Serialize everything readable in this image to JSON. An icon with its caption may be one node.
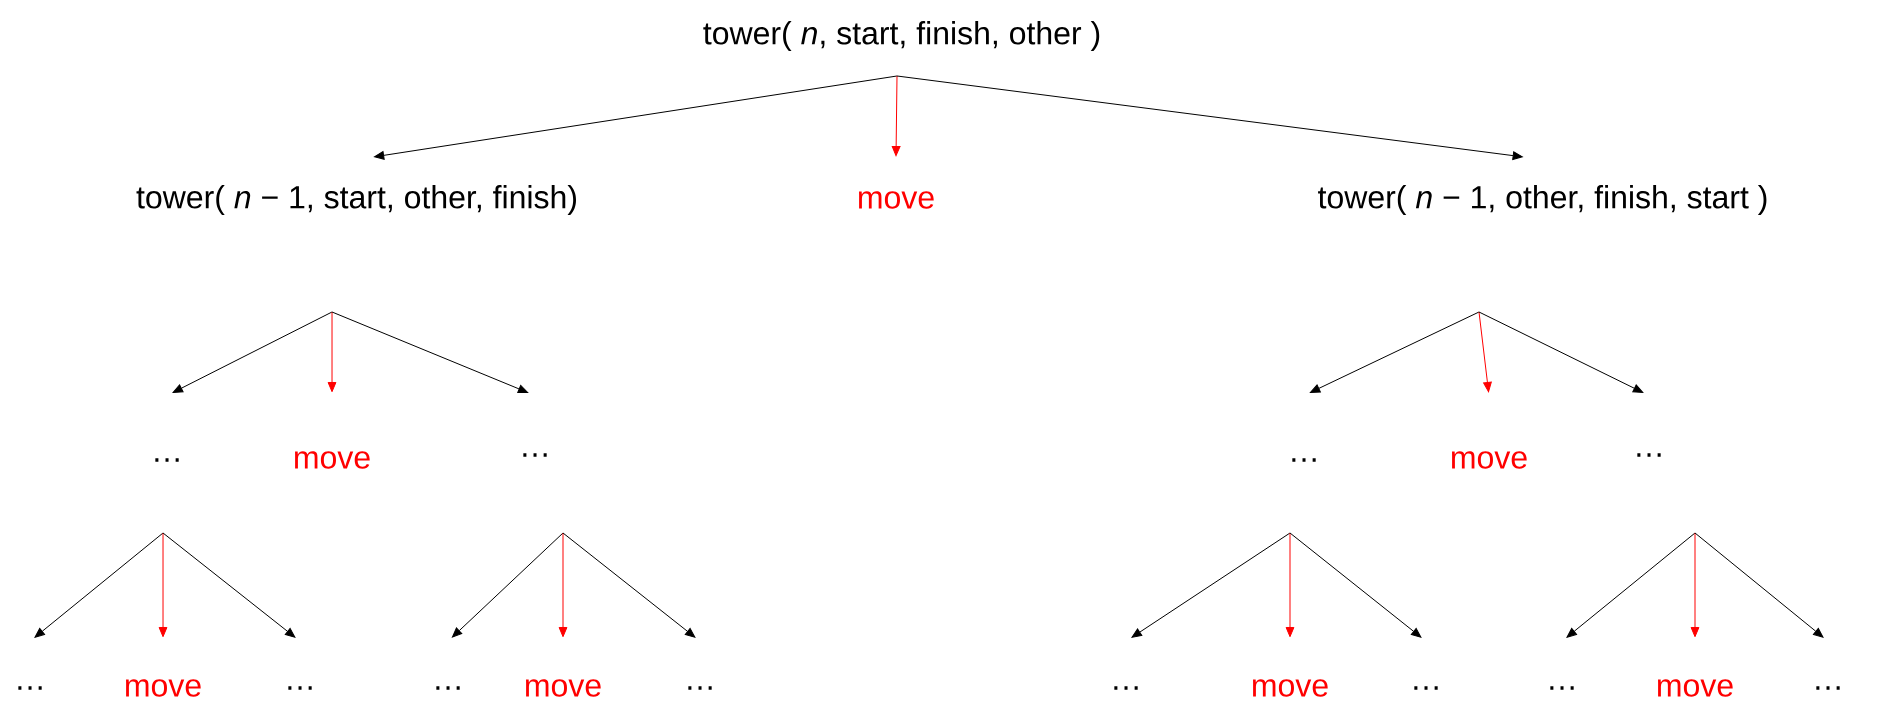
{
  "diagram": {
    "nodes": [
      {
        "text": [
          "tower( *n*,  start, finish, other )"
        ]
      },
      {
        "text": [
          "tower( *n* − 1, start, other, finish)"
        ]
      },
      {
        "text": [
          "move"
        ]
      },
      {
        "text": [
          "tower( *n* − 1,  other, finish, start )"
        ]
      },
      {
        "text": [
          "…"
        ]
      },
      {
        "text": [
          "move"
        ]
      },
      {
        "text": [
          "…"
        ]
      },
      {
        "text": [
          "…"
        ]
      },
      {
        "text": [
          "move"
        ]
      },
      {
        "text": [
          "…"
        ]
      },
      {
        "text": [
          "…"
        ]
      },
      {
        "text": [
          "move"
        ]
      },
      {
        "text": [
          "…"
        ]
      },
      {
        "text": [
          "…"
        ]
      },
      {
        "text": [
          "move"
        ]
      },
      {
        "text": [
          "…"
        ]
      },
      {
        "text": [
          "…"
        ]
      },
      {
        "text": [
          "move"
        ]
      },
      {
        "text": [
          "…"
        ]
      },
      {
        "text": [
          "…"
        ]
      },
      {
        "text": [
          "move"
        ]
      },
      {
        "text": [
          "…"
        ]
      }
    ],
    "edges": [
      {
        "from": 0,
        "to": 1,
        "arrow": "to"
      },
      {
        "from": 0,
        "to": 2,
        "arrow": "to",
        "color": "#ff0000"
      },
      {
        "from": 0,
        "to": 3,
        "arrow": "to"
      },
      {
        "from": 1,
        "to": 4,
        "arrow": "to"
      },
      {
        "from": 1,
        "to": 5,
        "arrow": "to",
        "color": "#ff0000"
      },
      {
        "from": 1,
        "to": 6,
        "arrow": "to"
      },
      {
        "from": 3,
        "to": 7,
        "arrow": "to"
      },
      {
        "from": 3,
        "to": 8,
        "arrow": "to",
        "color": "#ff0000"
      },
      {
        "from": 3,
        "to": 9,
        "arrow": "to"
      },
      {
        "from": 4,
        "to": 10,
        "arrow": "to"
      },
      {
        "from": 4,
        "to": 11,
        "arrow": "to",
        "color": "#ff0000"
      },
      {
        "from": 4,
        "to": 12,
        "arrow": "to"
      },
      {
        "from": 6,
        "to": 13,
        "arrow": "to"
      },
      {
        "from": 6,
        "to": 14,
        "arrow": "to",
        "color": "#ff0000"
      },
      {
        "from": 6,
        "to": 15,
        "arrow": "to"
      },
      {
        "from": 7,
        "to": 16,
        "arrow": "to"
      },
      {
        "from": 7,
        "to": 17,
        "arrow": "to",
        "color": "#ff0000"
      },
      {
        "from": 7,
        "to": 18,
        "arrow": "to"
      },
      {
        "from": 9,
        "to": 19,
        "arrow": "to"
      },
      {
        "from": 9,
        "to": 20,
        "arrow": "to",
        "color": "#ff0000"
      },
      {
        "from": 9,
        "to": 21,
        "arrow": "to"
      }
    ]
  }
}
